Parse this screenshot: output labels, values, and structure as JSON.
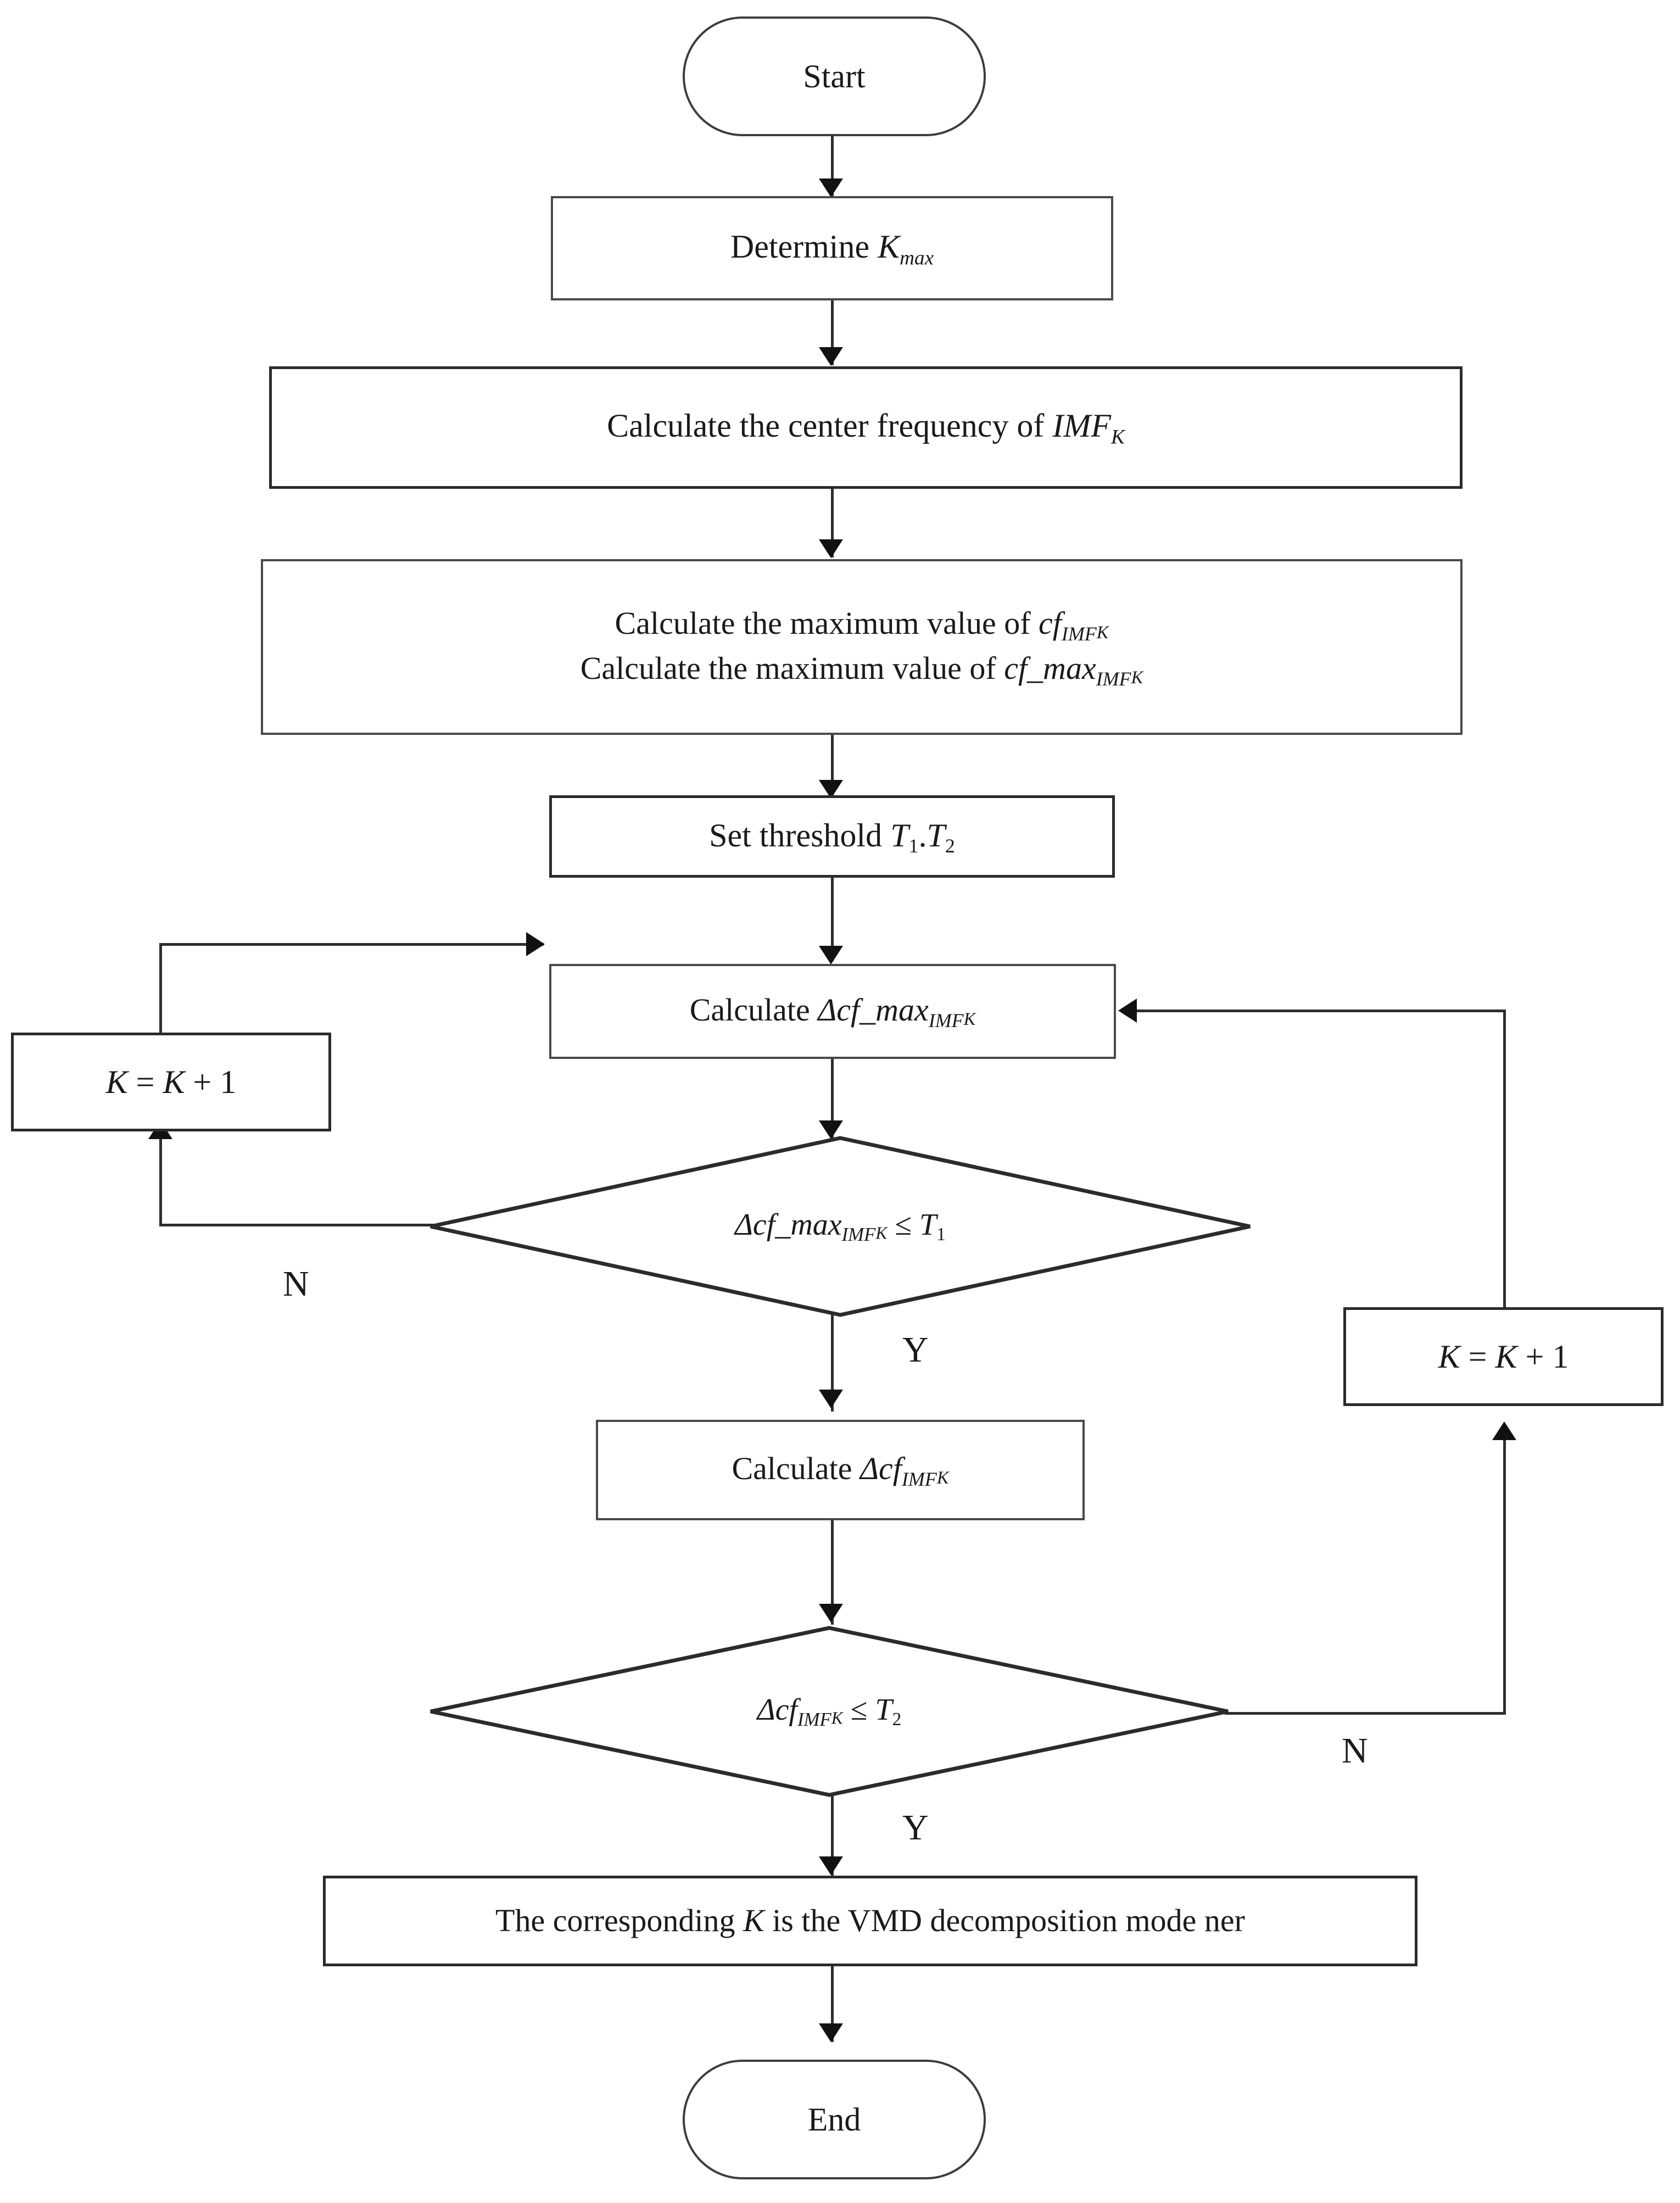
{
  "diagram": {
    "title": "VMD decomposition mode number selection flowchart",
    "type": "flowchart",
    "colors": {
      "stroke": "#2e2e2e",
      "text": "#1a1a1a",
      "fill": "#ffffff"
    },
    "nodes": {
      "start": {
        "shape": "terminator",
        "label": "Start"
      },
      "determine_kmax": {
        "shape": "process",
        "label_prefix": "Determine ",
        "sym": "K",
        "sub": "max"
      },
      "center_freq": {
        "shape": "process",
        "label_prefix": "Calculate  the  center  frequency  of  ",
        "sym": "IMF",
        "sub": "K"
      },
      "max_values": {
        "shape": "process",
        "line1_prefix": "Calculate the maximum value of ",
        "line1_sym": "cf",
        "line1_sub": "IMF",
        "line1_subsub": "K",
        "line2_prefix": "Calculate the maximum value of ",
        "line2_sym": "cf_max",
        "line2_sub": "IMF",
        "line2_subsub": "K"
      },
      "set_threshold": {
        "shape": "process",
        "label_prefix": "Set threshold  ",
        "sym1": "T",
        "sub1": "1",
        "sep": ".",
        "sym2": "T",
        "sub2": "2"
      },
      "calc_dcf_max": {
        "shape": "process",
        "label_prefix": "Calculate  ",
        "sym": "Δcf_max",
        "sub": "IMF",
        "subsub": "K"
      },
      "k_inc_left": {
        "shape": "process",
        "sym1": "K",
        "eq": " = ",
        "sym2": "K",
        "plus": " + 1"
      },
      "k_inc_right": {
        "shape": "process",
        "sym1": "K",
        "eq": " = ",
        "sym2": "K",
        "plus": " + 1"
      },
      "decision1": {
        "shape": "decision",
        "sym": "Δcf_max",
        "sub": "IMF",
        "subsub": "K",
        "op": " ≤ ",
        "rhs": "T",
        "rhs_sub": "1"
      },
      "calc_dcf": {
        "shape": "process",
        "label_prefix": "Calculate ",
        "sym": "Δcf",
        "sub": "IMF",
        "subsub": "K"
      },
      "decision2": {
        "shape": "decision",
        "sym": "Δcf",
        "sub": "IMF",
        "subsub": "K",
        "op": " ≤ ",
        "rhs": "T",
        "rhs_sub": "2"
      },
      "result": {
        "shape": "process",
        "part1": "The corresponding  ",
        "sym": "K",
        "part2": "  is the VMD decomposition mode ner"
      },
      "end": {
        "shape": "terminator",
        "label": "End"
      }
    },
    "branch_labels": {
      "d1_no": "N",
      "d1_yes": "Y",
      "d2_no": "N",
      "d2_yes": "Y"
    }
  }
}
